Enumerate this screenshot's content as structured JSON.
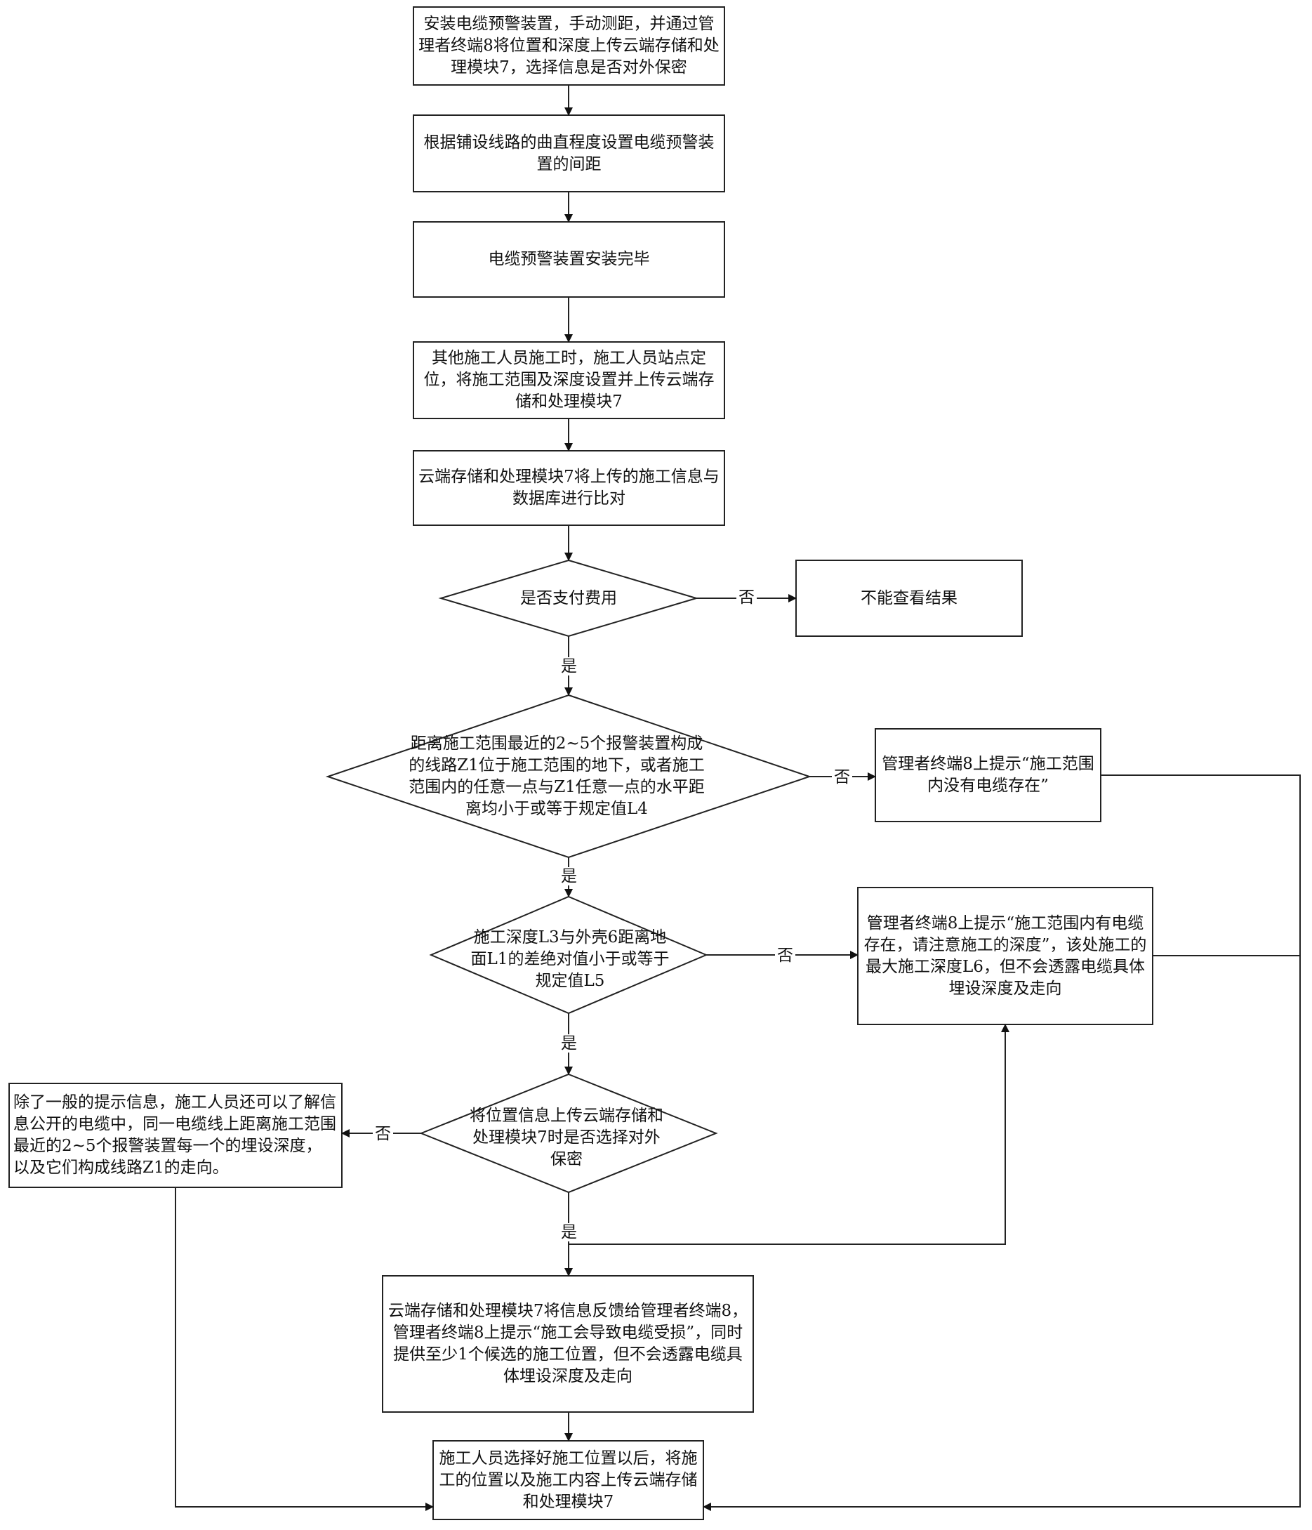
{
  "nodes": {
    "n1": "安装电缆预警装置，手动测距，并通过管理者终端8将位置和深度上传云端存储和处理模块7，选择信息是否对外保密",
    "n2": "根据铺设线路的曲直程度设置电缆预警装置的间距",
    "n3": "电缆预警装置安装完毕",
    "n4": "其他施工人员施工时，施工人员站点定位，将施工范围及深度设置并上传云端存储和处理模块7",
    "n5": "云端存储和处理模块7将上传的施工信息与数据库进行比对",
    "d1": "是否支付费用",
    "r1": "不能查看结果",
    "d2": "距离施工范围最近的2~5个报警装置构成的线路Z1位于施工范围的地下，或者施工范围内的任意一点与Z1任意一点的水平距离均小于或等于规定值L4",
    "r2": "管理者终端8上提示“施工范围内没有电缆存在”",
    "d3": "施工深度L3与外壳6距离地面L1的差绝对值小于或等于规定值L5",
    "r3": "管理者终端8上提示“施工范围内有电缆存在，请注意施工的深度”，该处施工的最大施工深度L6，但不会透露电缆具体埋设深度及走向",
    "d4": "将位置信息上传云端存储和处理模块7时是否选择对外保密",
    "r4": "除了一般的提示信息，施工人员还可以了解信息公开的电缆中，同一电缆线上距离施工范围最近的2~5个报警装置每一个的埋设深度，以及它们构成线路Z1的走向。",
    "n6": "云端存储和处理模块7将信息反馈给管理者终端8，管理者终端8上提示“施工会导致电缆受损”，同时提供至少1个候选的施工位置，但不会透露电缆具体埋设深度及走向",
    "n7": "施工人员选择好施工位置以后，将施工的位置以及施工内容上传云端存储和处理模块7"
  },
  "labels": {
    "yes": "是",
    "no": "否"
  }
}
